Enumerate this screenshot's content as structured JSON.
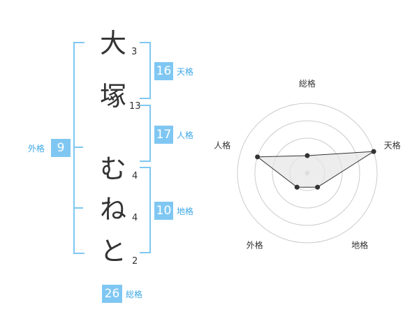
{
  "name_chars": [
    {
      "char": "大",
      "strokes": "3"
    },
    {
      "char": "塚",
      "strokes": "13"
    },
    {
      "char": "む",
      "strokes": "4"
    },
    {
      "char": "ね",
      "strokes": "4"
    },
    {
      "char": "と",
      "strokes": "2"
    }
  ],
  "fortune": {
    "tenkaku": {
      "value": "16",
      "label": "天格"
    },
    "jinkaku": {
      "value": "17",
      "label": "人格"
    },
    "chikaku": {
      "value": "10",
      "label": "地格"
    },
    "gaikaku": {
      "value": "9",
      "label": "外格"
    },
    "soukaku": {
      "value": "26",
      "label": "総格"
    }
  },
  "chart_data": {
    "type": "radar",
    "axes": [
      "総格",
      "天格",
      "地格",
      "外格",
      "人格"
    ],
    "values": [
      1,
      4,
      1,
      1,
      3
    ],
    "max": 4,
    "ring_count": 4,
    "colors": {
      "line": "#333333",
      "fill": "#e6e6e6",
      "ring": "#cccccc",
      "center": "#cccccc"
    }
  }
}
